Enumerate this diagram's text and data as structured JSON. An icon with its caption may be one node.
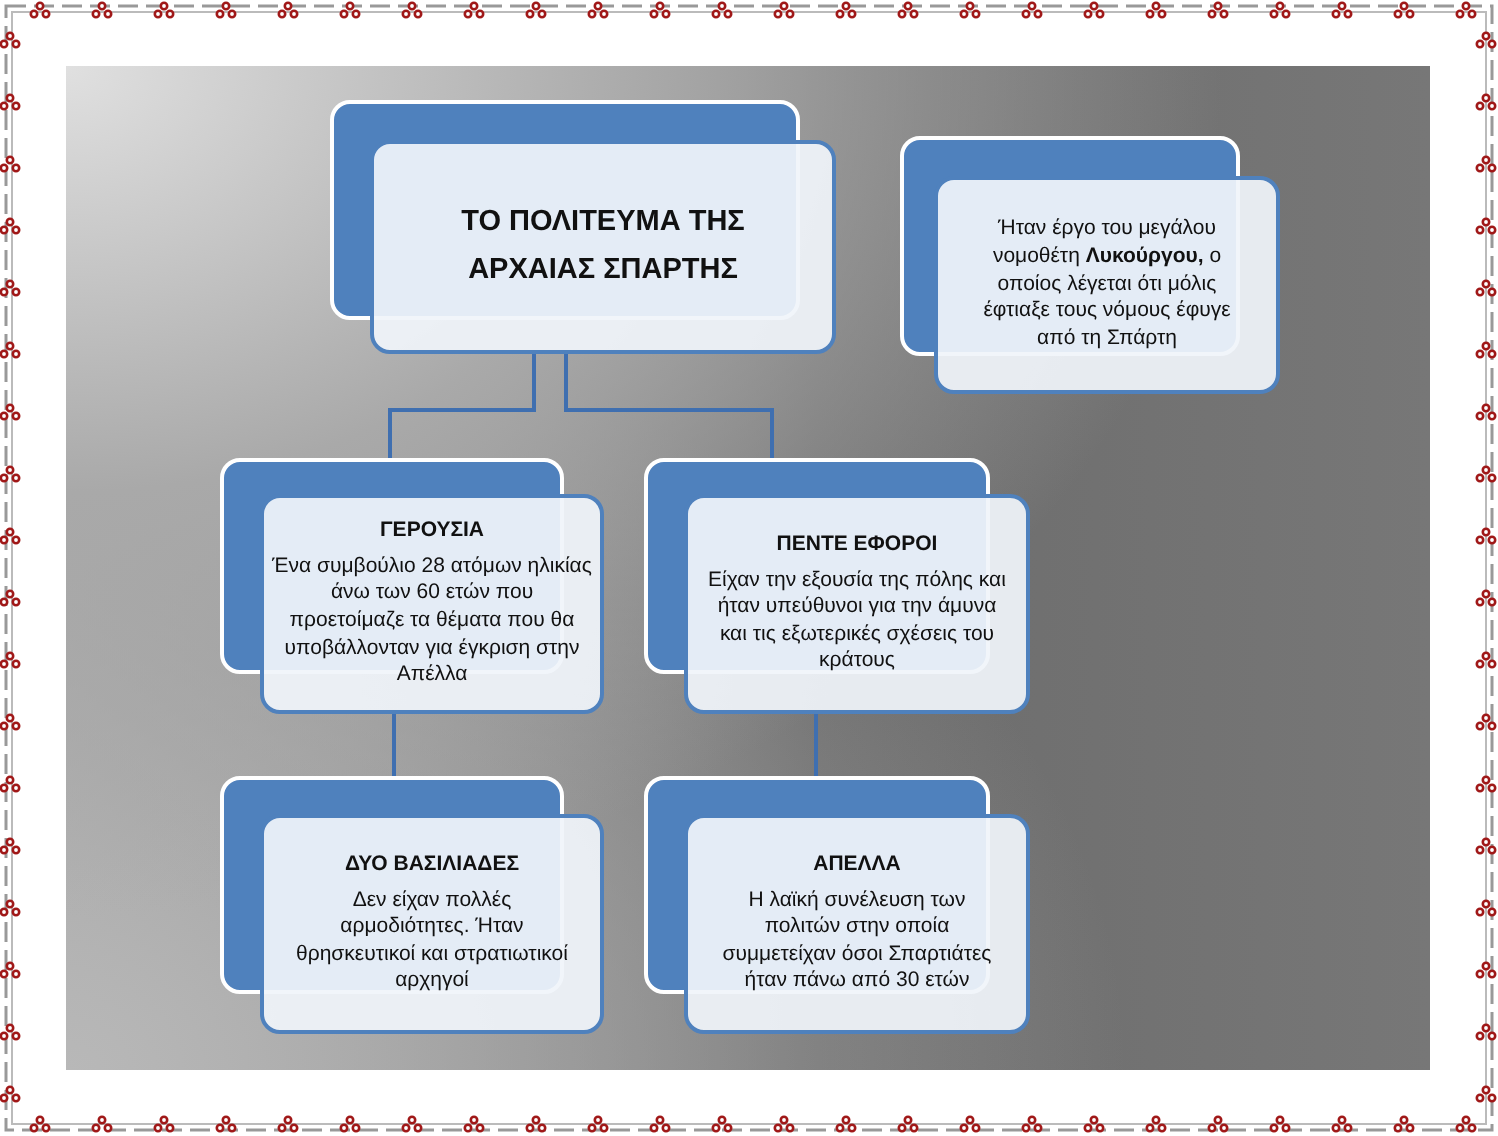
{
  "diagram": {
    "nodes": [
      {
        "text": [
          "ΤΟ ΠΟΛΙΤΕΥΜΑ ΤΗΣ ΑΡΧΑΙΑΣ ΣΠΑΡΤΗΣ"
        ]
      },
      {
        "text": [
          "Ήταν έργο του μεγάλου νομοθέτη **Λυκούργου,** ο οποίος λέγεται ότι μόλις έφτιαξε τους νόμους έφυγε από τη Σπάρτη"
        ]
      },
      {
        "text": [
          "ΓΕΡΟΥΣΙΑ",
          "Ένα συμβούλιο 28 ατόμων ηλικίας άνω των 60 ετών που προετοίμαζε τα θέματα που θα υποβάλλονταν για έγκριση στην Απέλλα"
        ]
      },
      {
        "text": [
          "ΠΕΝΤΕ ΕΦΟΡΟΙ",
          "Είχαν την εξουσία της πόλης και ήταν υπεύθυνοι για την άμυνα και τις εξωτερικές σχέσεις του κράτους"
        ]
      },
      {
        "text": [
          "ΔΥΟ ΒΑΣΙΛΙΑΔΕΣ",
          "Δεν είχαν πολλές αρμοδιότητες. Ήταν θρησκευτικοί και στρατιωτικοί αρχηγοί"
        ]
      },
      {
        "text": [
          "ΑΠΕΛΛΑ",
          "Η λαϊκή συνέλευση των πολιτών στην οποία συμμετείχαν όσοι Σπαρτιάτες ήταν πάνω από 30 ετών"
        ]
      }
    ],
    "edges": [
      {
        "from": 0,
        "to": 2,
        "arrow": "none"
      },
      {
        "from": 0,
        "to": 3,
        "arrow": "none"
      },
      {
        "from": 2,
        "to": 4,
        "arrow": "none"
      },
      {
        "from": 3,
        "to": 5,
        "arrow": "none"
      }
    ]
  }
}
